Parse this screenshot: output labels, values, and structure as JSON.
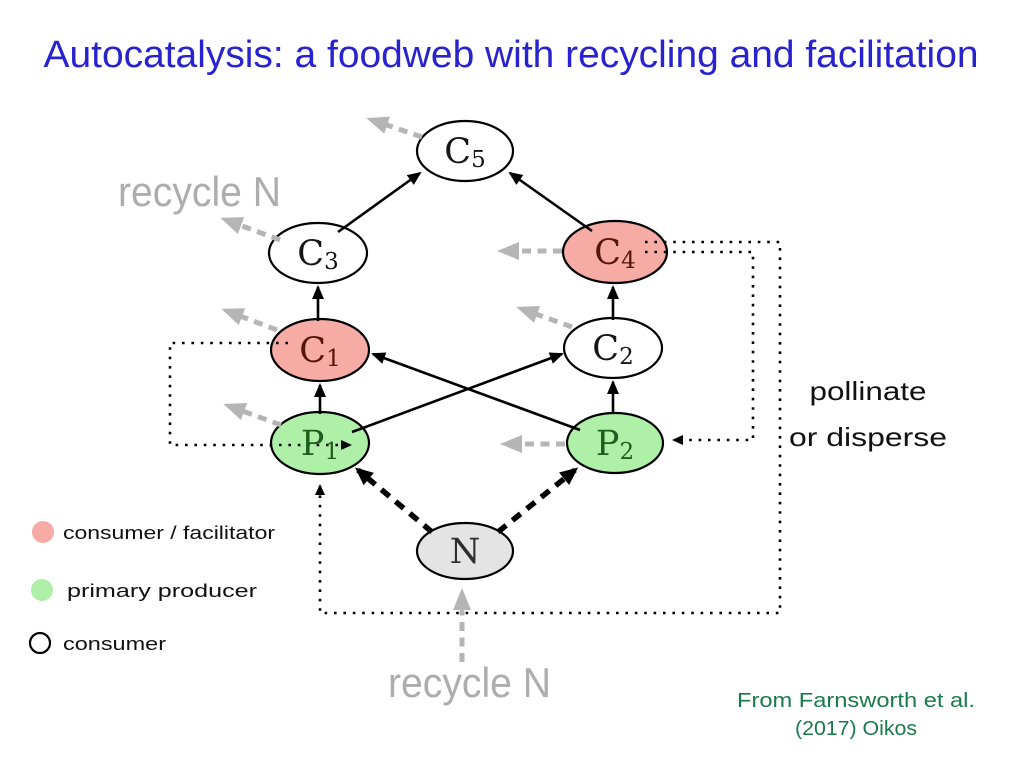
{
  "title": "Autocatalysis: a foodweb with recycling and facilitation",
  "colors": {
    "title_blue": "#2823cf",
    "pink": "#f6aba4",
    "green": "#aff0a9",
    "white": "#ffffff",
    "gray_node": "#e4e4e4",
    "gray_annotation": "#adadad",
    "attribution_green": "#1a7a4c"
  },
  "nodes": {
    "c5": {
      "base": "C",
      "sub": "5",
      "type": "consumer"
    },
    "c3": {
      "base": "C",
      "sub": "3",
      "type": "consumer"
    },
    "c4": {
      "base": "C",
      "sub": "4",
      "type": "consumer / facilitator"
    },
    "c1": {
      "base": "C",
      "sub": "1",
      "type": "consumer / facilitator"
    },
    "c2": {
      "base": "C",
      "sub": "2",
      "type": "consumer"
    },
    "p1": {
      "base": "P",
      "sub": "1",
      "type": "primary producer"
    },
    "p2": {
      "base": "P",
      "sub": "2",
      "type": "primary producer"
    },
    "n": {
      "base": "N",
      "sub": "",
      "type": "nutrient"
    }
  },
  "annotations": {
    "recycle_top": "recycle N",
    "recycle_bottom": "recycle N",
    "pollinate_line1": "pollinate",
    "pollinate_line2": "or disperse"
  },
  "legend": {
    "items": [
      {
        "label": "consumer / facilitator"
      },
      {
        "label": "primary producer"
      },
      {
        "label": "consumer"
      }
    ]
  },
  "attribution": {
    "line1": "From Farnsworth et al.",
    "line2": "(2017) Oikos"
  }
}
